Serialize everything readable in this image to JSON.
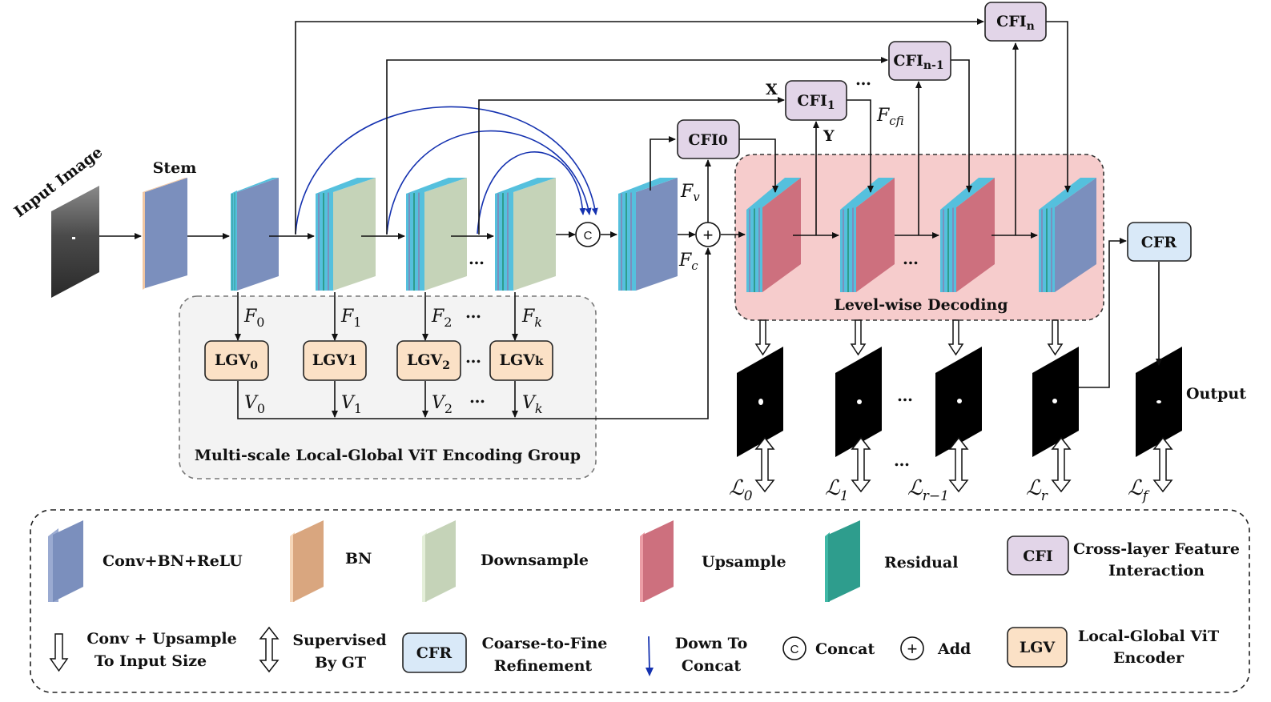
{
  "input": {
    "title": "Input Image",
    "stem": "Stem"
  },
  "features": {
    "f0": "F",
    "f0_sub": "0",
    "f1": "F",
    "f1_sub": "1",
    "f2": "F",
    "f2_sub": "2",
    "fk": "F",
    "fk_sub": "k",
    "fv": "F",
    "fv_sub": "v",
    "fc": "F",
    "fc_sub": "c",
    "fcfi": "F",
    "fcfi_sub": "cfi"
  },
  "values": {
    "v0": "V",
    "v0_sub": "0",
    "v1": "V",
    "v1_sub": "1",
    "v2": "V",
    "v2_sub": "2",
    "vk": "V",
    "vk_sub": "k"
  },
  "lgv_boxes": [
    {
      "label": "LGV",
      "sub": "0"
    },
    {
      "label": "LGV",
      "sub": "1"
    },
    {
      "label": "LGV",
      "sub": "2"
    },
    {
      "label": "LGV",
      "sub": "k"
    }
  ],
  "cfi_boxes": [
    {
      "label": "CFI",
      "sub": "0"
    },
    {
      "label": "CFI",
      "sub": "1"
    },
    {
      "label": "CFI",
      "sub": "n-1"
    },
    {
      "label": "CFI",
      "sub": "n"
    }
  ],
  "cfi_io": {
    "x": "X",
    "y": "Y"
  },
  "ellipsis": "…",
  "groups": {
    "encoding": "Multi-scale Local-Global ViT Encoding Group",
    "decoding": "Level-wise Decoding"
  },
  "cfr": "CFR",
  "output": "Output",
  "concat_symbol": "C",
  "add_symbol": "+",
  "losses": [
    {
      "symbol": "ℒ",
      "sub": "0"
    },
    {
      "symbol": "ℒ",
      "sub": "1"
    },
    {
      "symbol": "ℒ",
      "sub": "r−1"
    },
    {
      "symbol": "ℒ",
      "sub": "r"
    },
    {
      "symbol": "ℒ",
      "sub": "f"
    }
  ],
  "legend": {
    "conv": "Conv+BN+ReLU",
    "bn": "BN",
    "downsample": "Downsample",
    "upsample": "Upsample",
    "residual": "Residual",
    "cfi_box": "CFI",
    "cfi_line1": "Cross-layer Feature",
    "cfi_line2": "Interaction",
    "convup_line1": "Conv + Upsample",
    "convup_line2": "To Input Size",
    "sup_line1": "Supervised",
    "sup_line2": "By GT",
    "cfr_box": "CFR",
    "cfr_line1": "Coarse-to-Fine",
    "cfr_line2": "Refinement",
    "down_line1": "Down To",
    "down_line2": "Concat",
    "concat_sym": "C",
    "concat": "Concat",
    "add_sym": "+",
    "add": "Add",
    "lgv_box": "LGV",
    "lgv_line1": "Local-Global ViT",
    "lgv_line2": "Encoder"
  },
  "colors": {
    "conv": "#7b8fbd",
    "bn": "#f0c6a2",
    "downsample": "#c5d3b8",
    "upsample": "#cd707e",
    "residual": "#2e9d8d",
    "cyan": "#55c0dd",
    "cfi_fill": "#e2d5e8",
    "lgv_fill": "#fbe1c6",
    "cfr_fill": "#d9e9f8",
    "decoding_bg": "#f6cccc",
    "encoding_bg": "#f3f3f3",
    "blue_arrow": "#1532b0"
  }
}
